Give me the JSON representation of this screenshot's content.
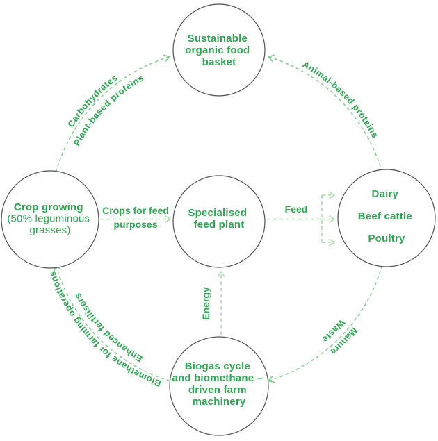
{
  "colors": {
    "text_green": "#2ea552",
    "arc_green": "#7cc98a",
    "light_green": "#a9dcad",
    "circle_stroke": "#4f4f4f",
    "background": "#ffffff"
  },
  "nodes": {
    "food_basket": {
      "line1": "Sustainable",
      "line2": "organic food",
      "line3": "basket"
    },
    "crop_growing": {
      "line1": "Crop growing",
      "line2": "(50% leguminous",
      "line3": "grasses)"
    },
    "feed_plant": {
      "line1": "Specialised",
      "line2": "feed plant"
    },
    "livestock": {
      "line1": "Dairy",
      "line2": "Beef cattle",
      "line3": "Poultry"
    },
    "biogas": {
      "line1": "Biogas cycle",
      "line2": "and biomethane –",
      "line3": "driven farm",
      "line4": "machinery"
    }
  },
  "edges": {
    "carbohydrates": "Carbohydrates",
    "plant_proteins": "Plant-based proteins",
    "animal_proteins": "Animal-based proteins",
    "crops_for_feed_line1": "Crops for feed",
    "crops_for_feed_line2": "purposes",
    "feed": "Feed",
    "energy": "Energy",
    "manure": "Manure",
    "waste": "Waste",
    "biomethane": "Biomethane for farming operations",
    "fertilisers": "Enhanced fertilisers"
  }
}
